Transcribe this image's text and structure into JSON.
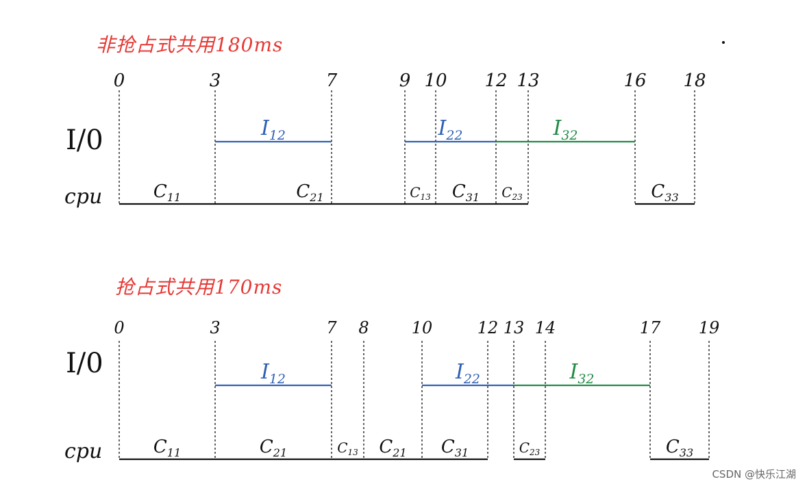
{
  "colors": {
    "title": "#e53935",
    "ink": "#111111",
    "process1_io": "#2f5fb3",
    "process2_io": "#2f5fb3",
    "process3_io": "#1f8a45"
  },
  "row_labels": {
    "io": "I/0",
    "cpu": "cpu"
  },
  "diagrams": [
    {
      "title": "非抢占式共用180ms",
      "ticks": [
        "0",
        "3",
        "7",
        "9",
        "10",
        "12",
        "13",
        "16",
        "18"
      ],
      "io_segments": [
        {
          "label": "I12",
          "start": 3,
          "end": 7,
          "color": "#2f5fb3"
        },
        {
          "label": "I22",
          "start": 9,
          "end": 12,
          "color": "#2f5fb3"
        },
        {
          "label": "I32",
          "start": 12,
          "end": 16,
          "color": "#1f8a45"
        }
      ],
      "cpu_segments": [
        {
          "label": "C11",
          "start": 0,
          "end": 3
        },
        {
          "label": "C21",
          "start": 3,
          "end": 9
        },
        {
          "label": "C13",
          "start": 9,
          "end": 10
        },
        {
          "label": "C31",
          "start": 10,
          "end": 12
        },
        {
          "label": "C23",
          "start": 12,
          "end": 13
        },
        {
          "label": "C33",
          "start": 16,
          "end": 18
        }
      ]
    },
    {
      "title": "抢占式共用170ms",
      "ticks": [
        "0",
        "3",
        "7",
        "8",
        "10",
        "12",
        "13",
        "14",
        "17",
        "19"
      ],
      "io_segments": [
        {
          "label": "I12",
          "start": 3,
          "end": 7,
          "color": "#2f5fb3"
        },
        {
          "label": "I22",
          "start": 10,
          "end": 13,
          "color": "#2f5fb3"
        },
        {
          "label": "I32",
          "start": 13,
          "end": 17,
          "color": "#1f8a45"
        }
      ],
      "cpu_segments": [
        {
          "label": "C11",
          "start": 0,
          "end": 3
        },
        {
          "label": "C21",
          "start": 3,
          "end": 7
        },
        {
          "label": "C13",
          "start": 7,
          "end": 8
        },
        {
          "label": "C21",
          "start": 8,
          "end": 10
        },
        {
          "label": "C31",
          "start": 10,
          "end": 12
        },
        {
          "label": "C23",
          "start": 13,
          "end": 14
        },
        {
          "label": "C33",
          "start": 17,
          "end": 19
        }
      ]
    }
  ],
  "watermark": "CSDN @快乐江湖"
}
